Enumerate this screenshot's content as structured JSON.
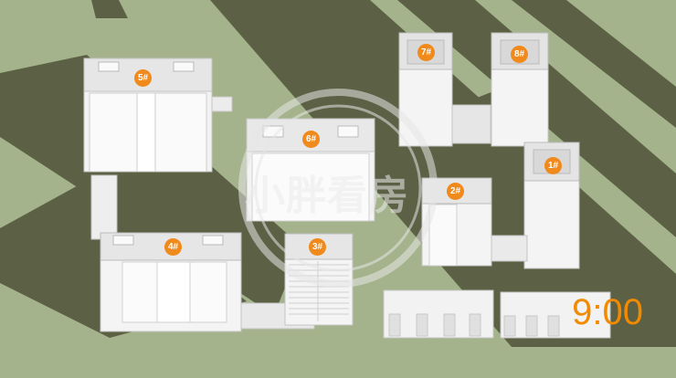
{
  "colors": {
    "ground": "#a4b38c",
    "shadow": "#5c6145",
    "building": "#f7f7f7",
    "outline": "#c4c4c4",
    "label_bg": "#f08a1c",
    "time": "#f28a00"
  },
  "buildings": [
    {
      "number": "5#"
    },
    {
      "number": "6#"
    },
    {
      "number": "7#"
    },
    {
      "number": "8#"
    },
    {
      "number": "1#"
    },
    {
      "number": "2#"
    },
    {
      "number": "4#"
    },
    {
      "number": "3#"
    }
  ],
  "watermark": {
    "text": "小胖看房",
    "icon": "circle-logo-watermark"
  },
  "time_display": "9:00"
}
